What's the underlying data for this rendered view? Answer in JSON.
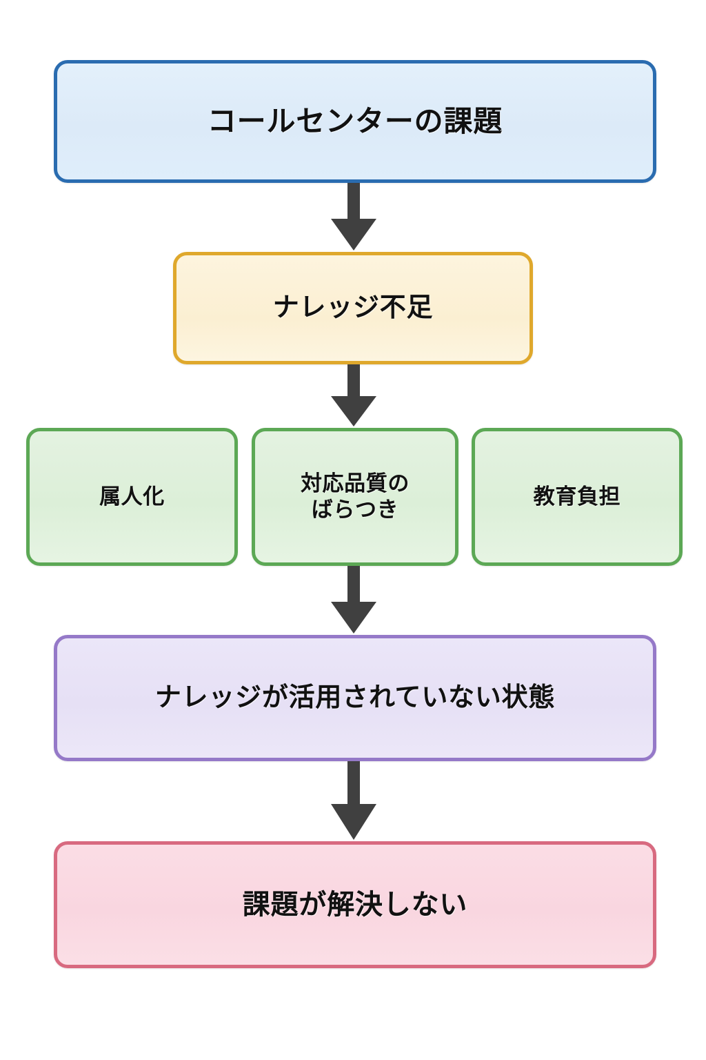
{
  "diagram": {
    "type": "flowchart",
    "orientation": "top-to-bottom",
    "title": "コールセンターの課題",
    "background_color": "#ffffff",
    "nodes": [
      {
        "id": "problem-root",
        "label": "コールセンターの課題",
        "level": 1,
        "border_color": "#2a6cb0",
        "fill_color": "#dceaf8"
      },
      {
        "id": "knowledge-shortage",
        "label": "ナレッジ不足",
        "level": 2,
        "border_color": "#dfa82c",
        "fill_color": "#fbefd2"
      },
      {
        "id": "personalization",
        "label": "属人化",
        "level": 3,
        "border_color": "#5ca855",
        "fill_color": "#dcefd8"
      },
      {
        "id": "quality-variance-line1",
        "label": "対応品質の",
        "level": 3,
        "border_color": "#5ca855",
        "fill_color": "#dcefd8"
      },
      {
        "id": "quality-variance-line2",
        "label": "ばらつき",
        "level": 3,
        "border_color": "#5ca855",
        "fill_color": "#dcefd8"
      },
      {
        "id": "training-burden",
        "label": "教育負担",
        "level": 3,
        "border_color": "#5ca855",
        "fill_color": "#dcefd8"
      },
      {
        "id": "knowledge-unused",
        "label": "ナレッジが活用されていない状態",
        "level": 4,
        "border_color": "#9579c8",
        "fill_color": "#e6e0f5"
      },
      {
        "id": "unresolved",
        "label": "課題が解決しない",
        "level": 5,
        "border_color": "#d86a80",
        "fill_color": "#f9d6e0"
      }
    ],
    "arrows": [
      {
        "id": "arrow-1",
        "from": "problem-root",
        "to": "knowledge-shortage",
        "direction": "down",
        "color": "#404040"
      },
      {
        "id": "arrow-2",
        "from": "knowledge-shortage",
        "to": "quality-variance",
        "direction": "down",
        "color": "#404040"
      },
      {
        "id": "arrow-3",
        "from": "quality-variance",
        "to": "knowledge-unused",
        "direction": "down",
        "color": "#404040"
      },
      {
        "id": "arrow-4",
        "from": "knowledge-unused",
        "to": "unresolved",
        "direction": "down",
        "color": "#404040"
      }
    ]
  }
}
